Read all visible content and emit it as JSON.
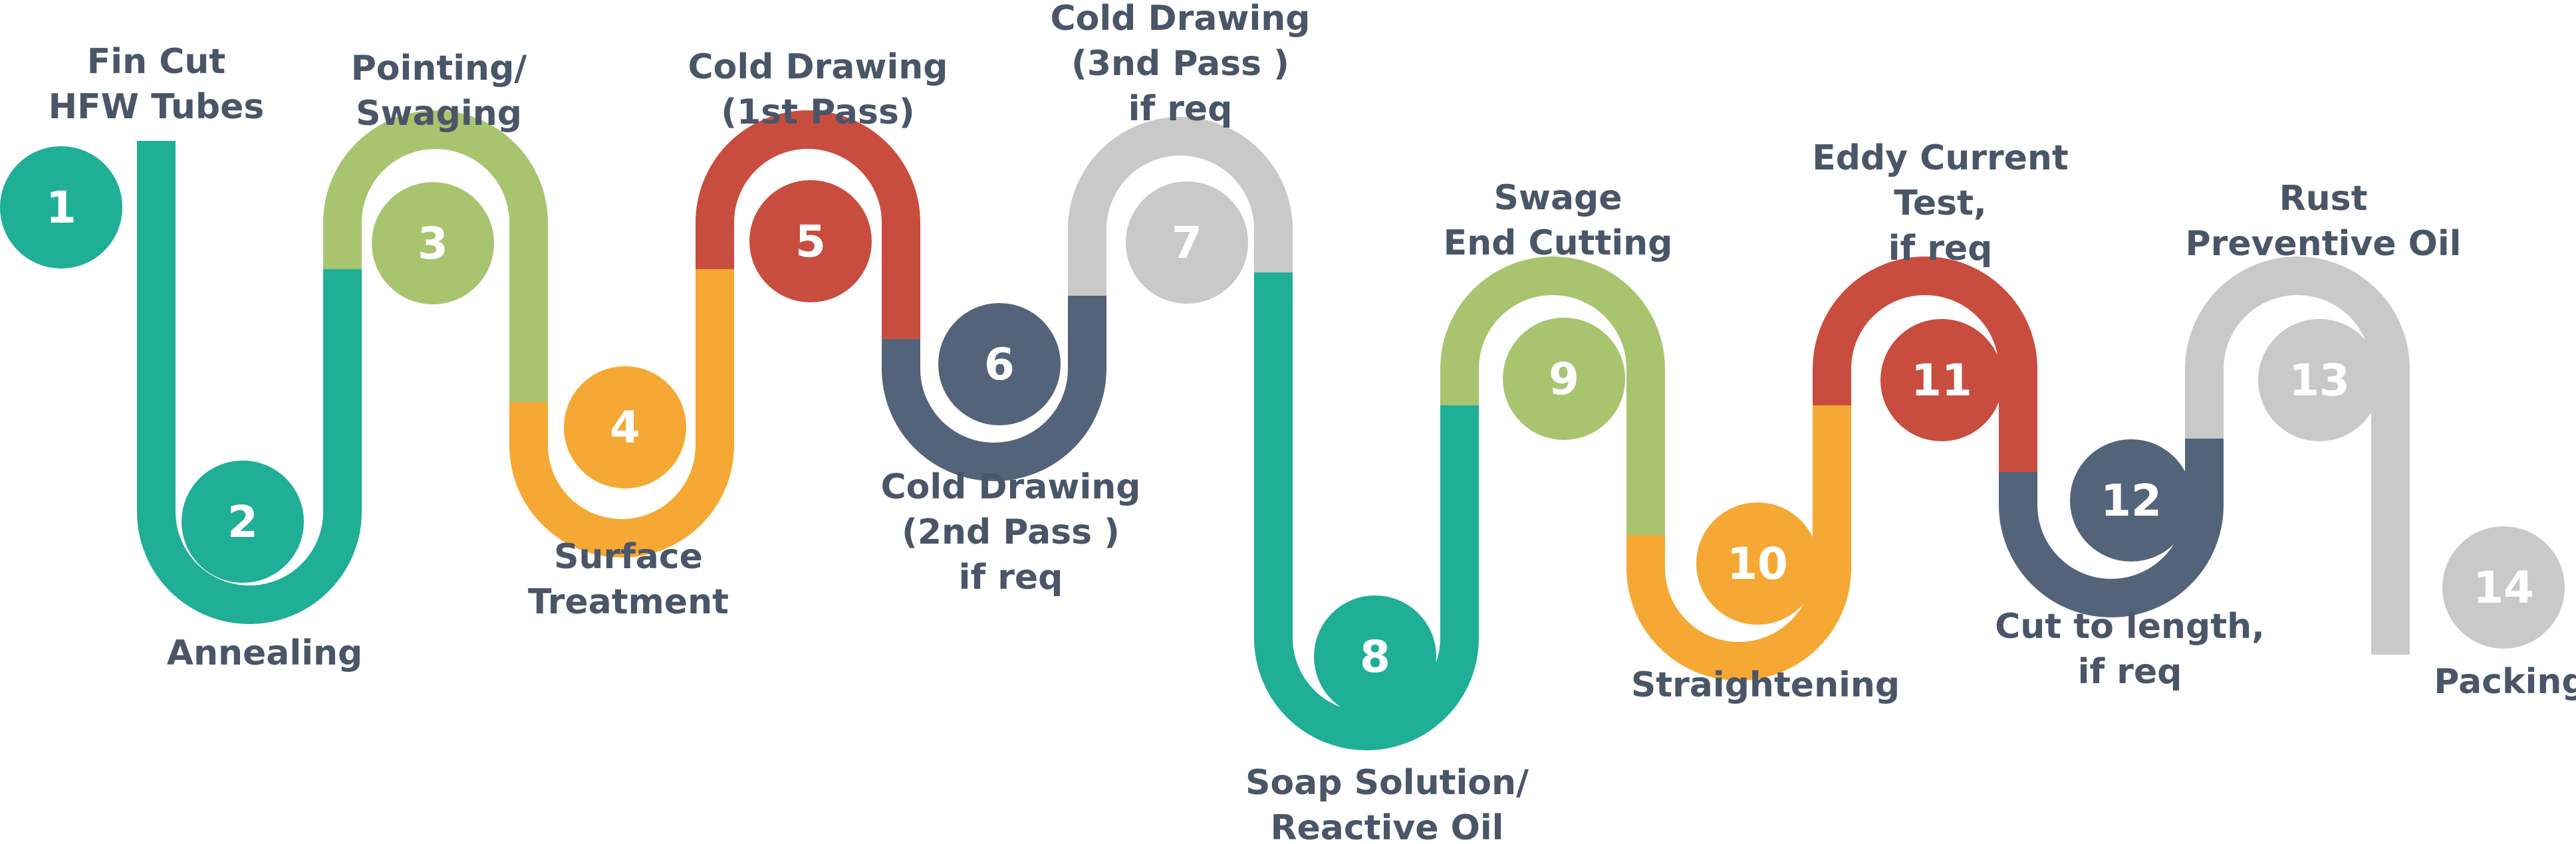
{
  "colors": {
    "teal": "#1FAE96",
    "green": "#A9C46F",
    "orange": "#F5A833",
    "red": "#C94D3E",
    "slate": "#53647A",
    "grey": "#C9C9C9",
    "label": "#4A5568",
    "number": "#FFFFFF"
  },
  "steps": [
    {
      "number": "1",
      "color": "teal",
      "lines": [
        "Fin Cut",
        "HFW Tubes"
      ]
    },
    {
      "number": "2",
      "color": "teal",
      "lines": [
        "Annealing"
      ]
    },
    {
      "number": "3",
      "color": "green",
      "lines": [
        "Pointing/",
        "Swaging"
      ]
    },
    {
      "number": "4",
      "color": "orange",
      "lines": [
        "Surface",
        "Treatment"
      ]
    },
    {
      "number": "5",
      "color": "red",
      "lines": [
        "Cold Drawing",
        "(1st Pass)"
      ]
    },
    {
      "number": "6",
      "color": "slate",
      "lines": [
        "Cold Drawing",
        "(2nd Pass )",
        "if req"
      ]
    },
    {
      "number": "7",
      "color": "grey",
      "lines": [
        "Cold Drawing",
        "(3nd Pass )",
        "if req"
      ]
    },
    {
      "number": "8",
      "color": "teal",
      "lines": [
        "Soap Solution/",
        "Reactive Oil"
      ]
    },
    {
      "number": "9",
      "color": "green",
      "lines": [
        "Swage",
        "End Cutting"
      ]
    },
    {
      "number": "10",
      "color": "orange",
      "lines": [
        "Straightening"
      ]
    },
    {
      "number": "11",
      "color": "red",
      "lines": [
        "Eddy Current",
        "Test,",
        "if req"
      ]
    },
    {
      "number": "12",
      "color": "slate",
      "lines": [
        "Cut to length,",
        "if req"
      ]
    },
    {
      "number": "13",
      "color": "grey",
      "lines": [
        "Rust",
        "Preventive Oil"
      ]
    },
    {
      "number": "14",
      "color": "grey",
      "lines": [
        "Packing"
      ]
    }
  ]
}
